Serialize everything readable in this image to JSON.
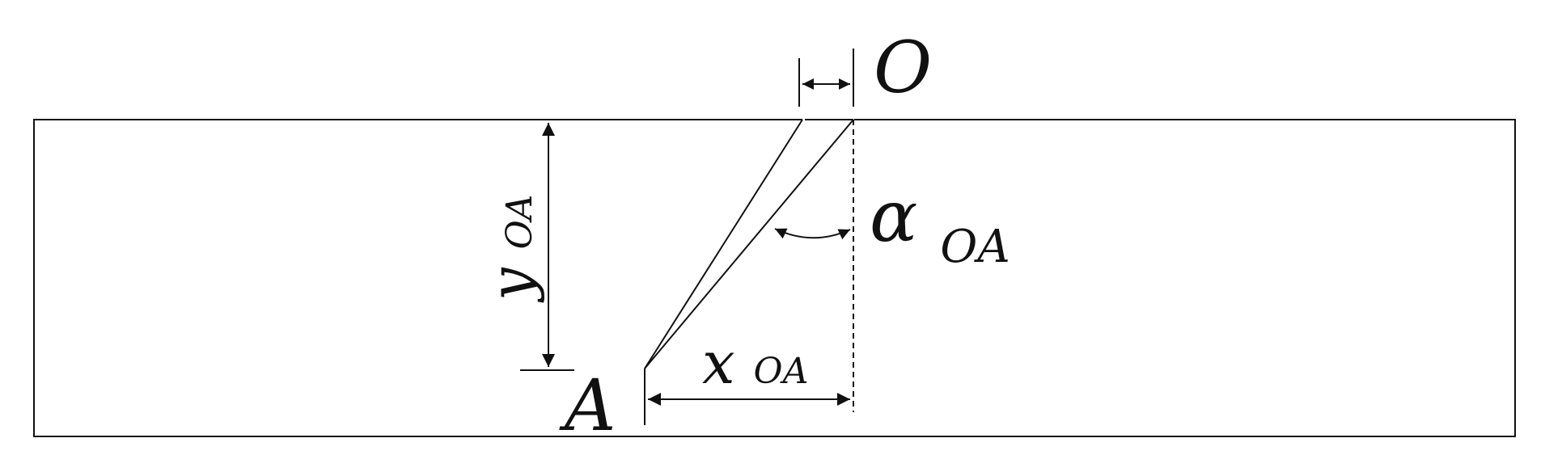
{
  "labels": {
    "point_O": "O",
    "point_A": "A",
    "alpha_main": "α",
    "alpha_sub": "OA",
    "x_main": "x",
    "x_sub": "OA",
    "y_main": "y",
    "y_sub": "OA"
  }
}
